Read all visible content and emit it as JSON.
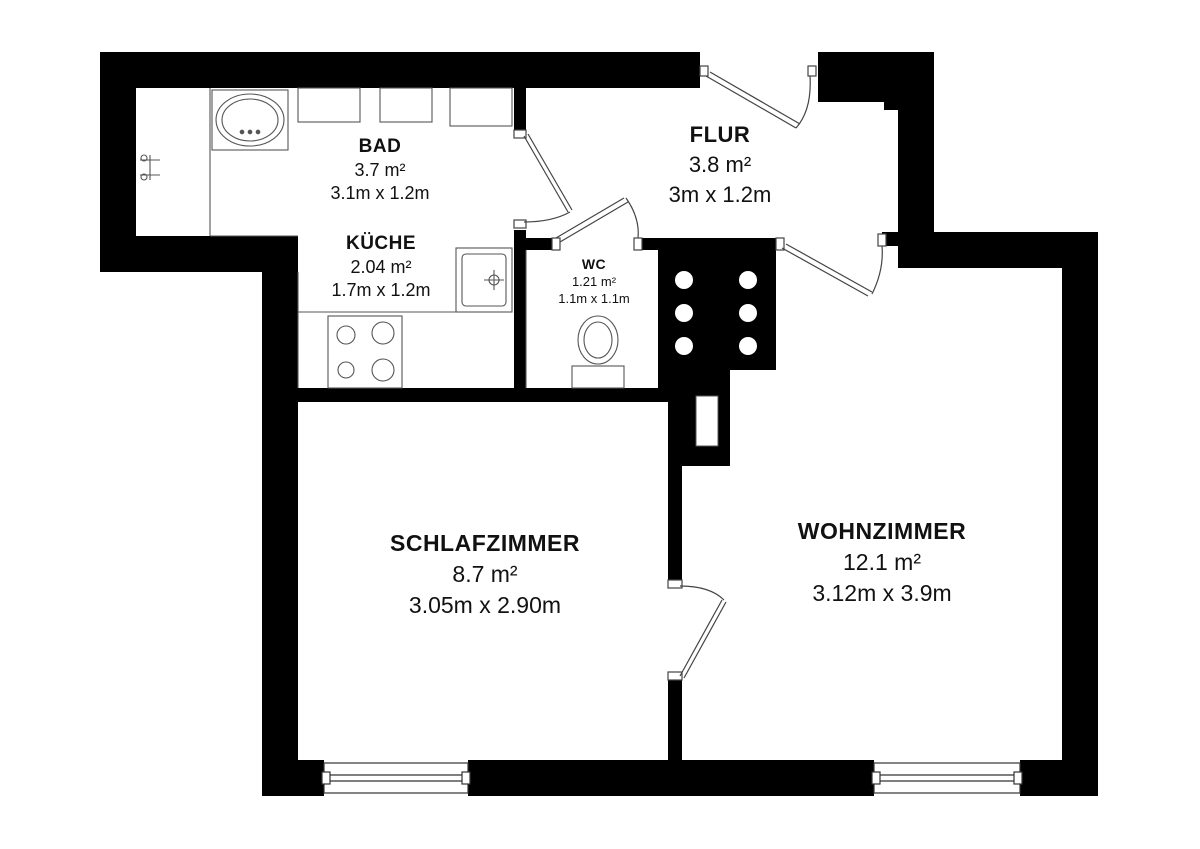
{
  "rooms": {
    "bad": {
      "name": "BAD",
      "area": "3.7 m²",
      "dims": "3.1m x 1.2m"
    },
    "kueche": {
      "name": "KÜCHE",
      "area": "2.04 m²",
      "dims": "1.7m x 1.2m"
    },
    "flur": {
      "name": "FLUR",
      "area": "3.8 m²",
      "dims": "3m x 1.2m"
    },
    "wc": {
      "name": "WC",
      "area": "1.21 m²",
      "dims": "1.1m x 1.1m"
    },
    "schlafzimmer": {
      "name": "SCHLAFZIMMER",
      "area": "8.7 m²",
      "dims": "3.05m x 2.90m"
    },
    "wohnzimmer": {
      "name": "WOHNZIMMER",
      "area": "12.1 m²",
      "dims": "3.12m x 3.9m"
    }
  },
  "colors": {
    "wall": "#000000",
    "fixture_line": "#555555",
    "background": "#ffffff"
  }
}
